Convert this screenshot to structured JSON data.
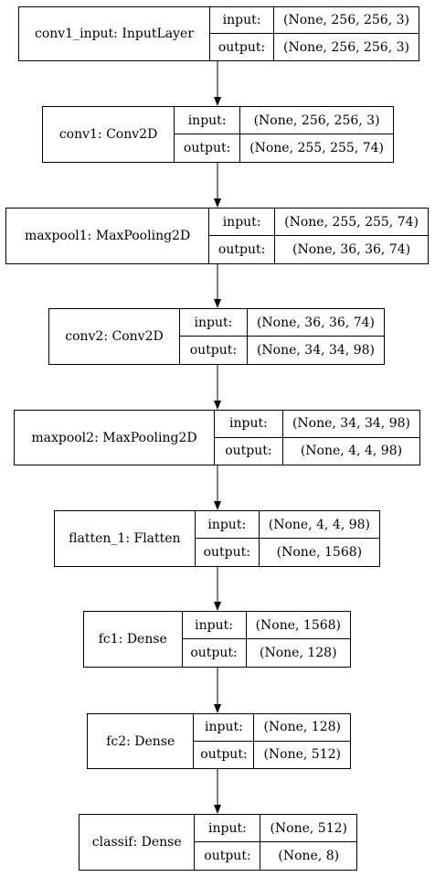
{
  "labels": {
    "input": "input:",
    "output": "output:"
  },
  "layers": [
    {
      "name": "conv1_input: InputLayer",
      "input": "(None, 256, 256, 3)",
      "output": "(None, 256, 256, 3)"
    },
    {
      "name": "conv1: Conv2D",
      "input": "(None, 256, 256, 3)",
      "output": "(None, 255, 255, 74)"
    },
    {
      "name": "maxpool1: MaxPooling2D",
      "input": "(None, 255, 255, 74)",
      "output": "(None, 36, 36, 74)"
    },
    {
      "name": "conv2: Conv2D",
      "input": "(None, 36, 36, 74)",
      "output": "(None, 34, 34, 98)"
    },
    {
      "name": "maxpool2: MaxPooling2D",
      "input": "(None, 34, 34, 98)",
      "output": "(None, 4, 4, 98)"
    },
    {
      "name": "flatten_1: Flatten",
      "input": "(None, 4, 4, 98)",
      "output": "(None, 1568)"
    },
    {
      "name": "fc1: Dense",
      "input": "(None, 1568)",
      "output": "(None, 128)"
    },
    {
      "name": "fc2: Dense",
      "input": "(None, 128)",
      "output": "(None, 512)"
    },
    {
      "name": "classif: Dense",
      "input": "(None, 512)",
      "output": "(None, 8)"
    }
  ]
}
